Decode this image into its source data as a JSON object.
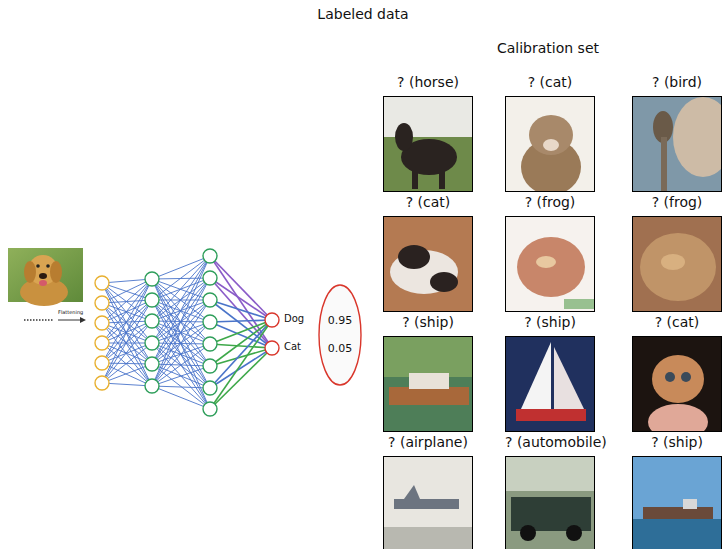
{
  "diagram": {
    "title": "Labeled data",
    "nodes": [
      {
        "text": [
          "0.95",
          "0.05"
        ]
      },
      {
        "text": [
          "? (horse)"
        ]
      },
      {
        "text": [
          "? (cat)"
        ]
      },
      {
        "text": [
          "? (bird)"
        ]
      },
      {
        "text": [
          "? (cat)"
        ]
      },
      {
        "text": [
          "? (frog)"
        ]
      },
      {
        "text": [
          "? (frog)"
        ]
      },
      {
        "text": [
          "? (ship)"
        ]
      },
      {
        "text": [
          "? (ship)"
        ]
      },
      {
        "text": [
          "? (cat)"
        ]
      },
      {
        "text": [
          "? (airplane)"
        ]
      },
      {
        "text": [
          "? (automobile)"
        ]
      },
      {
        "text": [
          "? (ship)"
        ]
      }
    ],
    "labels": [
      "Calibration set",
      "Flattening",
      "Dog",
      "Cat"
    ]
  }
}
